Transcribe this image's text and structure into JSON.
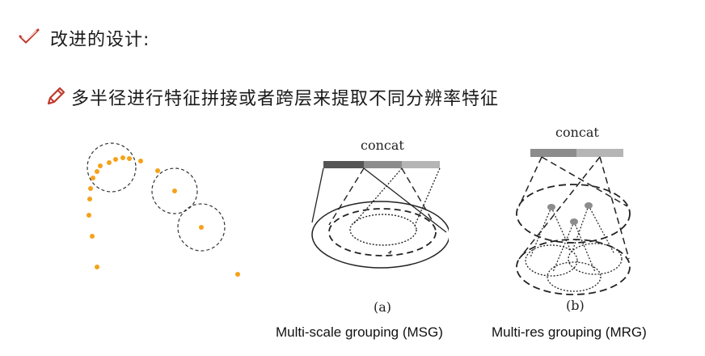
{
  "heading": {
    "icon": "check-icon",
    "text": "改进的设计:"
  },
  "subheading": {
    "icon": "pencil-icon",
    "text": "多半径进行特征拼接或者跨层来提取不同分辨率特征"
  },
  "colors": {
    "accent": "#c0392b",
    "point": "#f5a21a",
    "dark_bar": "#555555",
    "mid_bar": "#8c8c8c",
    "light_bar": "#b5b5b5"
  },
  "figures": {
    "msg": {
      "concat": "concat",
      "sublabel": "(a)",
      "caption": "Multi-scale grouping (MSG)"
    },
    "mrg": {
      "concat": "concat",
      "sublabel": "(b)",
      "caption": "Multi-res grouping (MRG)"
    }
  }
}
